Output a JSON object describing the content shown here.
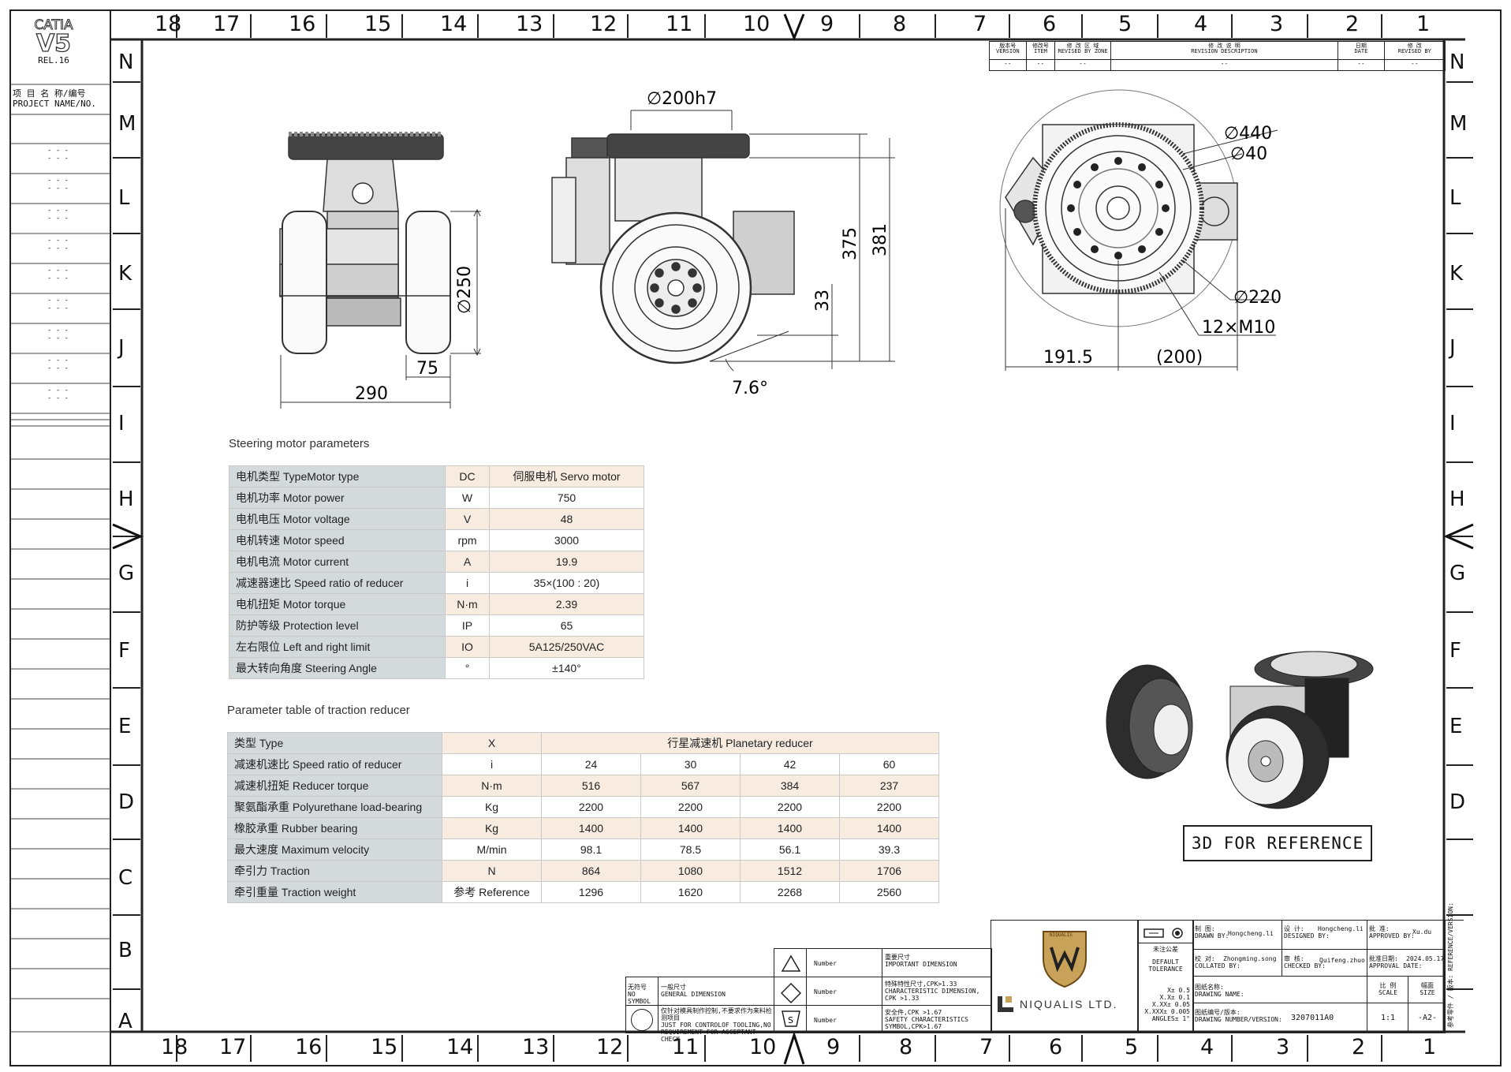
{
  "catia": {
    "brand": "CATIA",
    "version": "V5",
    "release": "REL.16"
  },
  "project": {
    "label_cn": "项 目 名 称/编号",
    "label_en": "PROJECT NAME/NO.",
    "rows": [
      "- - -\n- - -",
      "- - -\n- - -",
      "- - -\n- - -",
      "- - -\n- - -",
      "- - -\n- - -",
      "- - -\n- - -",
      "- - -\n- - -",
      "- - -\n- - -",
      "- - -\n- - -"
    ]
  },
  "zones": {
    "top": [
      "18",
      "17",
      "16",
      "15",
      "14",
      "13",
      "12",
      "11",
      "10",
      "9",
      "8",
      "7",
      "6",
      "5",
      "4",
      "3",
      "2",
      "1"
    ],
    "bottom": [
      "18",
      "17",
      "16",
      "15",
      "14",
      "13",
      "12",
      "11",
      "10",
      "9",
      "8",
      "7",
      "6",
      "5",
      "4",
      "3",
      "2",
      "1"
    ],
    "left": [
      "N",
      "M",
      "L",
      "K",
      "J",
      "I",
      "H",
      "G",
      "F",
      "E",
      "D",
      "C",
      "B",
      "A"
    ],
    "right": [
      "N",
      "M",
      "L",
      "K",
      "J",
      "I",
      "H",
      "G",
      "F",
      "E",
      "D"
    ]
  },
  "revision": {
    "headers": [
      {
        "cn": "版本号",
        "en": "VERSION"
      },
      {
        "cn": "修改号",
        "en": "ITEM"
      },
      {
        "cn": "修 改 区 域",
        "en": "REVISED BY ZONE"
      },
      {
        "cn": "修 改 说 明",
        "en": "REVISION DESCRIPTION"
      },
      {
        "cn": "日期",
        "en": "DATE"
      },
      {
        "cn": "修 改",
        "en": "REVISED BY"
      }
    ],
    "values": [
      "--",
      "--",
      "--",
      "--",
      "--",
      "--"
    ]
  },
  "dimensions": {
    "front": {
      "phi250": "∅250",
      "d290": "290",
      "d75": "75"
    },
    "side": {
      "phi200h7": "∅200h7",
      "d375": "375",
      "d381": "381",
      "d33": "33",
      "angle": "7.6°"
    },
    "top": {
      "phi440": "∅440",
      "phi40": "∅40",
      "phi220": "∅220",
      "bolts": "12×M10",
      "d191_5": "191.5",
      "d200": "(200)"
    }
  },
  "steering": {
    "title": "Steering motor parameters",
    "rows": [
      {
        "name": "电机类型 TypeMotor type",
        "unit": "DC",
        "value": "伺服电机 Servo motor"
      },
      {
        "name": "电机功率 Motor power",
        "unit": "W",
        "value": "750"
      },
      {
        "name": "电机电压 Motor voltage",
        "unit": "V",
        "value": "48"
      },
      {
        "name": "电机转速 Motor speed",
        "unit": "rpm",
        "value": "3000"
      },
      {
        "name": "电机电流 Motor current",
        "unit": "A",
        "value": "19.9"
      },
      {
        "name": "减速器速比 Speed ratio of reducer",
        "unit": "i",
        "value": "35×(100 : 20)"
      },
      {
        "name": "电机扭矩 Motor torque",
        "unit": "N·m",
        "value": "2.39"
      },
      {
        "name": "防护等级 Protection level",
        "unit": "IP",
        "value": "65"
      },
      {
        "name": "左右限位 Left and right limit",
        "unit": "IO",
        "value": "5A125/250VAC"
      },
      {
        "name": "最大转向角度 Steering Angle",
        "unit": "°",
        "value": "±140°"
      }
    ]
  },
  "traction": {
    "title": "Parameter table of traction reducer",
    "header": {
      "name": "类型 Type",
      "unit": "X",
      "value": "行星减速机 Planetary reducer"
    },
    "rows": [
      {
        "name": "减速机速比 Speed ratio of reducer",
        "unit": "i",
        "values": [
          "24",
          "30",
          "42",
          "60"
        ]
      },
      {
        "name": "减速机扭矩 Reducer torque",
        "unit": "N·m",
        "values": [
          "516",
          "567",
          "384",
          "237"
        ]
      },
      {
        "name": "聚氨酯承重 Polyurethane load-bearing",
        "unit": "Kg",
        "values": [
          "2200",
          "2200",
          "2200",
          "2200"
        ]
      },
      {
        "name": "橡胶承重 Rubber bearing",
        "unit": "Kg",
        "values": [
          "1400",
          "1400",
          "1400",
          "1400"
        ]
      },
      {
        "name": "最大速度 Maximum velocity",
        "unit": "M/min",
        "values": [
          "98.1",
          "78.5",
          "56.1",
          "39.3"
        ]
      },
      {
        "name": "牵引力 Traction",
        "unit": "N",
        "values": [
          "864",
          "1080",
          "1512",
          "1706"
        ]
      },
      {
        "name": "牵引重量 Traction weight",
        "unit": "参考 Reference",
        "values": [
          "1296",
          "1620",
          "2268",
          "2560"
        ]
      }
    ]
  },
  "ref3d": "3D FOR REFERENCE",
  "symbols": {
    "nosymbol_cn": "无符号",
    "nosymbol_en": "NO SYMBOL",
    "general_cn": "一般尺寸",
    "general_en": "GENERAL DIMENSION",
    "tooling_cn": "仅针对模具制作控制,不要求作为来料检测项目",
    "tooling_en": "JUST FOR CONTROLOF TOOLING,NO REQUIREMENT FOR ACCEPTANT CHECK",
    "number": "Number",
    "important_cn": "重要尺寸",
    "important_en": "IMPORTANT DIMENSION",
    "char_cn": "特殊特性尺寸,CPK>1.33",
    "char_en": "CHARACTERISTIC DIMENSION, CPK >1.33",
    "safety_cn": "安全件,CPK >1.67",
    "safety_en": "SAFETY CHARACTERISTICS SYMBOL,CPK>1.67"
  },
  "company": {
    "name": "NIQUALIS LTD.",
    "badge": "NIQUALIS"
  },
  "tolerance": {
    "cn": "未注公差",
    "en1": "DEFAULT",
    "en2": "TOLERANCE",
    "lines": [
      "X± 0.5",
      "X.X± 0.1",
      "X.XX± 0.05",
      "X.XXX± 0.005",
      "ANGLES± 1°"
    ]
  },
  "titleblock": {
    "drawn_cn": "制 图:",
    "drawn_en": "DRAWN BY:",
    "drawn": "Hongcheng.li",
    "designed_cn": "设 计:",
    "designed_en": "DESIGNED BY:",
    "designed": "Hongcheng.li",
    "approved_cn": "批 准:",
    "approved_en": "APPROVED BY:",
    "approved": "Xu.du",
    "collated_cn": "校 对:",
    "collated_en": "COLLATED BY:",
    "collated": "Zhongming.song",
    "checked_cn": "审 核:",
    "checked_en": "CHECKED BY:",
    "checked": "Quifeng.zhuo",
    "appdate_cn": "批准日期:",
    "appdate_en": "APPROVAL DATE:",
    "appdate": "2024.05.17",
    "dwgname_cn": "图纸名称:",
    "dwgname_en": "DRAWING NAME:",
    "scale_cn": "比 例",
    "scale_en": "SCALE",
    "scale": "1:1",
    "size_cn": "幅面",
    "size_en": "SIZE",
    "size": "-A2-",
    "dwgno_cn": "图纸编号/版本:",
    "dwgno_en": "DRAWING NUMBER/VERSION:",
    "dwgno": "3207011A0",
    "ref_cn": "参考零件 / 版本:",
    "ref_en": "REFERENCE/VERSION:"
  }
}
